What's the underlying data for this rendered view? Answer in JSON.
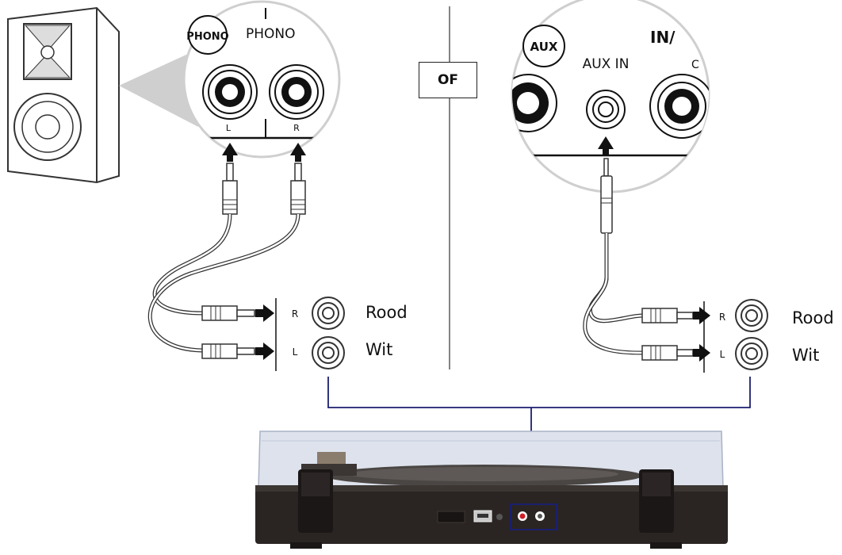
{
  "separator": {
    "label": "OF"
  },
  "left_panel": {
    "badge": "PHONO",
    "input_label": "PHONO",
    "jack_left": "L",
    "jack_right": "R",
    "output_right": "R",
    "output_left": "L",
    "red_label": "Rood",
    "white_label": "Wit"
  },
  "right_panel": {
    "badge": "AUX",
    "input_label": "AUX IN",
    "partial_heading": "IN/",
    "partial_side": "C",
    "output_right": "R",
    "output_left": "L",
    "red_label": "Rood",
    "white_label": "Wit"
  },
  "colors": {
    "line": "#1b1f6e",
    "turntable_body": "#2a2523",
    "dust_cover": "#d9dde8",
    "red_jack": "#d0202a",
    "highlight": "#1b1f6e"
  },
  "icons": [
    "speaker-icon",
    "rca-plug-icon",
    "aux-plug-icon",
    "arrow-up-icon",
    "arrow-right-icon",
    "rca-jack-icon",
    "turntable-icon",
    "usb-port-icon"
  ]
}
